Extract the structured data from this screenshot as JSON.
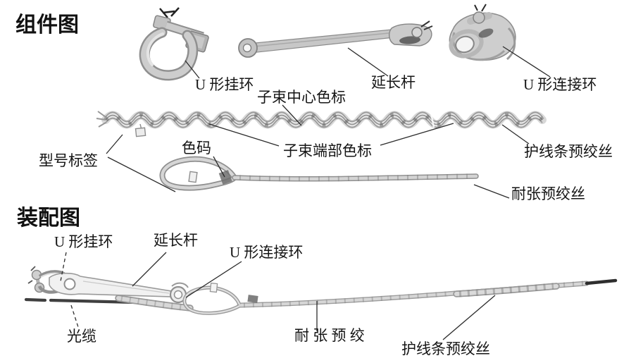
{
  "component": {
    "title": "组件图",
    "labels": {
      "u_shackle": "U 形挂环",
      "extension_rod": "延长杆",
      "u_connector": "U 形连接环",
      "bundle_center_mark": "子束中心色标",
      "bundle_end_mark": "子束端部色标",
      "armor_rods": "护线条预绞丝",
      "model_tag": "型号标签",
      "color_code": "色码",
      "tension_wire": "耐张预绞丝"
    }
  },
  "assembly": {
    "title": "装配图",
    "labels": {
      "u_shackle": "U 形挂环",
      "extension_rod": "延长杆",
      "u_connector": "U 形连接环",
      "optical_cable": "光缆",
      "tension_preformed": "耐 张 预 绞",
      "armor_rods": "护线条预绞丝"
    }
  },
  "colors": {
    "background": "#ffffff",
    "text": "#151515",
    "leader_line": "#2c2c2c",
    "metal_light": "#d8d8d8",
    "metal_mid": "#b8b8b8",
    "metal_dark": "#8a8a8a",
    "cable_dark": "#3a3a3a"
  }
}
